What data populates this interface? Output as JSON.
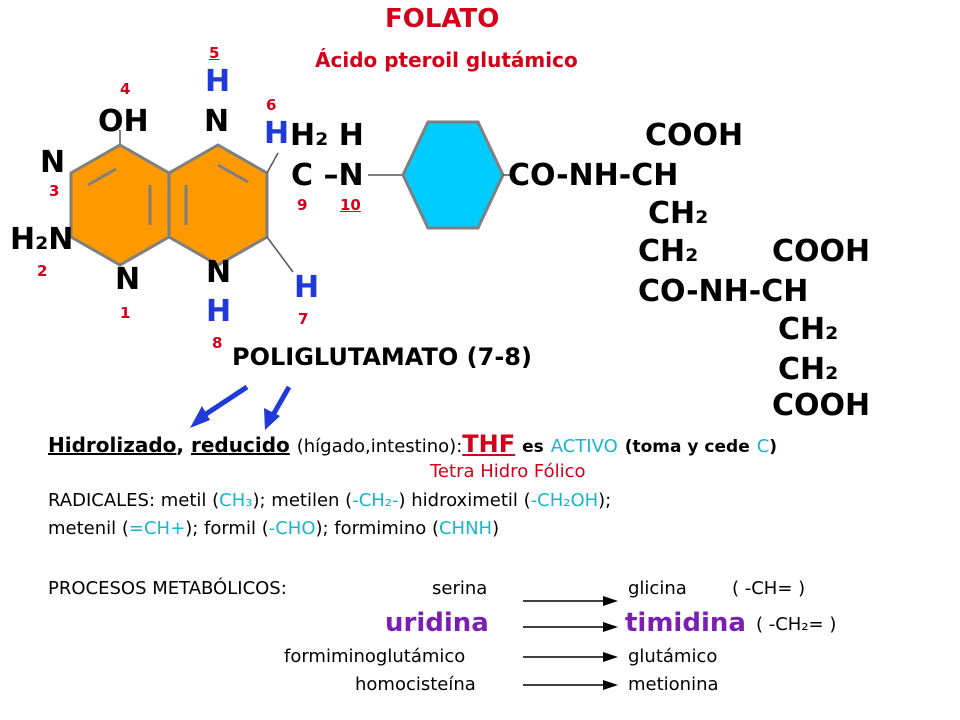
{
  "title": "FOLATO",
  "subtitle": "Ácido pteroil glutámico",
  "structure": {
    "atoms": {
      "oh": "OH",
      "n_top": "N",
      "h_top": "H",
      "n_left": "N",
      "h2n": "H₂N",
      "n_bottom_left": "N",
      "n_bottom_right": "N",
      "h_bottom": "H",
      "h_6": "H",
      "h2h": "H₂ H",
      "c_n": "C –N",
      "h_7": "H",
      "cooh_1": "COOH",
      "co_nh_ch_1": "CO-NH-CH",
      "ch2_1": "CH₂",
      "ch2_2": "CH₂",
      "cooh_2": "COOH",
      "co_nh_ch_2": "CO-NH-CH",
      "ch2_3": "CH₂",
      "ch2_4": "CH₂",
      "cooh_3": "COOH"
    },
    "numbers": {
      "n1": "1",
      "n2": "2",
      "n3": "3",
      "n4": "4",
      "n5": "5",
      "n6": "6",
      "n7": "7",
      "n8": "8",
      "n9": "9",
      "n10": "10"
    },
    "colors": {
      "pteridine_fill": "#FF9900",
      "benzene_fill": "#00CCFF",
      "ring_stroke": "#7f7f7f",
      "arrow_blue": "#1f3ad6"
    }
  },
  "poliglutamato": "POLIGLUTAMATO (7-8)",
  "line1": {
    "hidrolizado": "Hidrolizado",
    "comma": ",",
    "reducido": "reducido",
    "paren": "(hígado,intestino):",
    "thf": "THF",
    "es": "es",
    "activo": "ACTIVO",
    "toma_open": "(toma y cede",
    "c": "C",
    "toma_close": ")"
  },
  "thf_full": "Tetra Hidro Fólico",
  "radicales": {
    "label": "RADICALES: metil (",
    "ch3": "CH₃",
    "after_ch3": "); metilen (",
    "ch2_metilen": "-CH₂-",
    "after_metilen": ") hidroximetil (",
    "ch2oh": "-CH₂OH",
    "after_ch2oh": ");"
  },
  "radicales2": {
    "metenil": "metenil (",
    "metenil_val": "=CH+",
    "formil": "); formil (",
    "formil_val": "-CHO",
    "formimino": "); formimino (",
    "formimino_val": "CHNH",
    "close": ")"
  },
  "procesos": {
    "label": "PROCESOS METABÓLICOS:",
    "rows": [
      {
        "from": "serina",
        "to": "glicina",
        "note": "( -CH= )"
      },
      {
        "from": "uridina",
        "to": "timidina",
        "note": "( -CH₂= )"
      },
      {
        "from": "formiminoglutámico",
        "to": "glutámico",
        "note": ""
      },
      {
        "from": "homocisteína",
        "to": "metionina",
        "note": ""
      }
    ]
  }
}
